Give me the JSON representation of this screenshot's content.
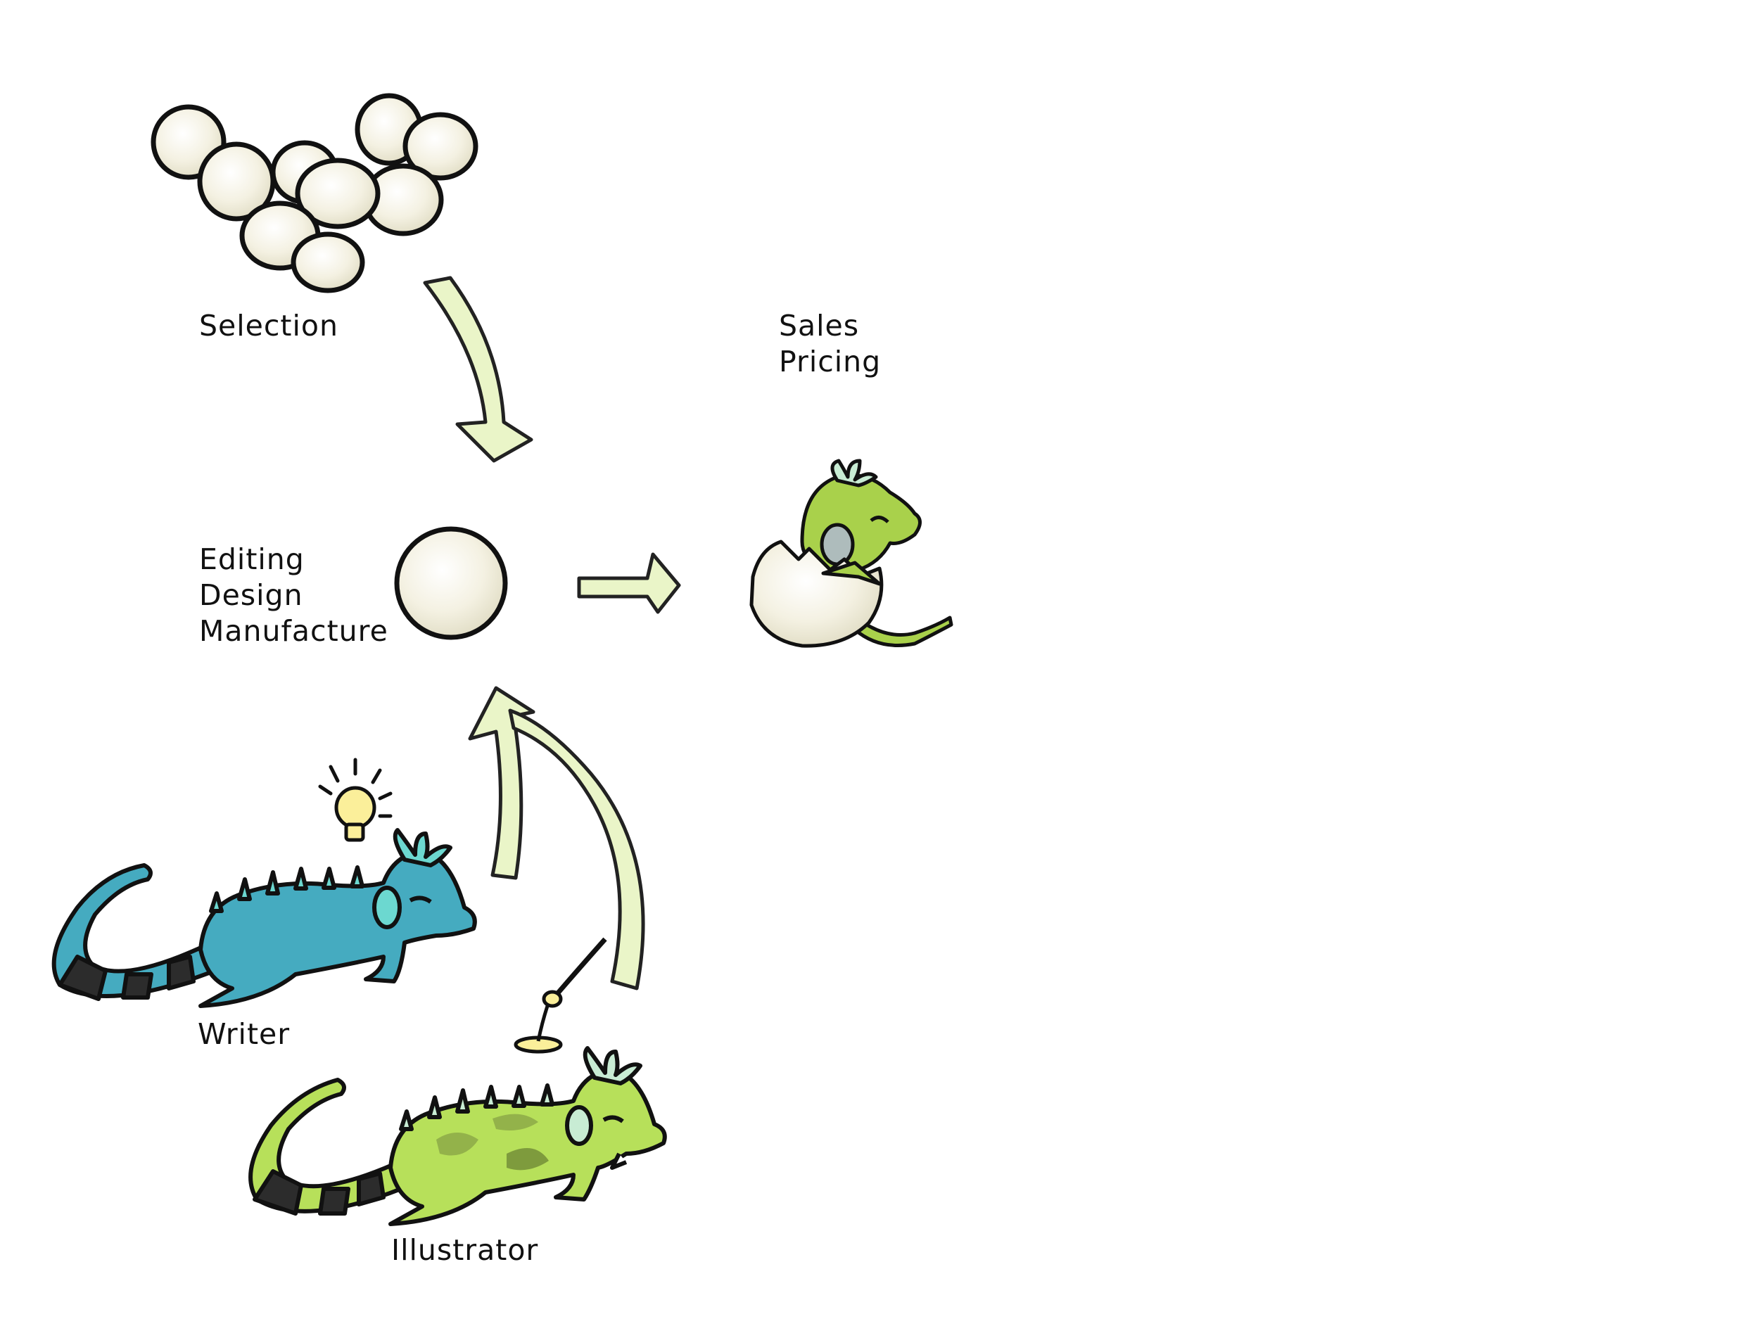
{
  "labels": {
    "selection": "Selection",
    "sales": "Sales\nPricing",
    "editing": "Editing\nDesign\nManufacture",
    "writer": "Writer",
    "illustrator": "Illustrator"
  },
  "colors": {
    "egg_fill": "#f4f1e2",
    "arrow_fill": "#eaf5c8",
    "writer_iguana": "#45abc0",
    "illustrator_iguana": "#b7e05a",
    "hatchling": "#a9d14b",
    "tail_stripe": "#2c2c2c",
    "bulb": "#fbef9a"
  },
  "icons": {
    "egg_cluster": "egg-cluster-icon",
    "single_egg": "egg-icon",
    "hatchling": "hatching-iguana-icon",
    "writer": "blue-iguana-icon",
    "illustrator": "green-iguana-icon",
    "idea": "lightbulb-icon",
    "brush": "paintbrush-icon"
  }
}
